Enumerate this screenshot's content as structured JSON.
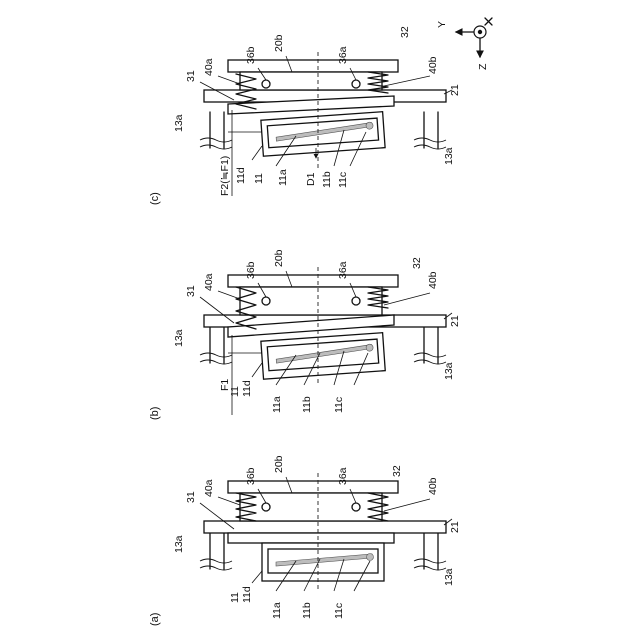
{
  "panels": [
    {
      "id": "a",
      "caption": "(a)",
      "labels": {
        "n31": "31",
        "n40a": "40a",
        "n36b": "36b",
        "n20b": "20b",
        "n36a": "36a",
        "n32": "32",
        "n40b": "40b",
        "n21": "21",
        "n13a_top": "13a",
        "n13a_bot": "13a",
        "n11d": "11d",
        "n11": "11",
        "n11a": "11a",
        "n11b": "11b",
        "n11c": "11c"
      }
    },
    {
      "id": "b",
      "caption": "(b)",
      "labels": {
        "n31": "31",
        "n40a": "40a",
        "n36b": "36b",
        "n20b": "20b",
        "n36a": "36a",
        "n32": "32",
        "n40b": "40b",
        "n21": "21",
        "n13a_top": "13a",
        "n13a_bot": "13a",
        "n11d": "11d",
        "n11": "11",
        "n11a": "11a",
        "n11b": "11b",
        "n11c": "11c",
        "force": "F1"
      }
    },
    {
      "id": "c",
      "caption": "(c)",
      "labels": {
        "n31": "31",
        "n40a": "40a",
        "n36b": "36b",
        "n20b": "20b",
        "n36a": "36a",
        "n32": "32",
        "n40b": "40b",
        "n21": "21",
        "n13a_top": "13a",
        "n13a_bot": "13a",
        "n11d": "11d",
        "n11": "11",
        "n11a": "11a",
        "n11b": "11b",
        "n11c": "11c",
        "force": "F2(≒F1)",
        "distance": "D1"
      }
    }
  ],
  "axes": {
    "y_label": "Y",
    "z_label": "Z"
  }
}
